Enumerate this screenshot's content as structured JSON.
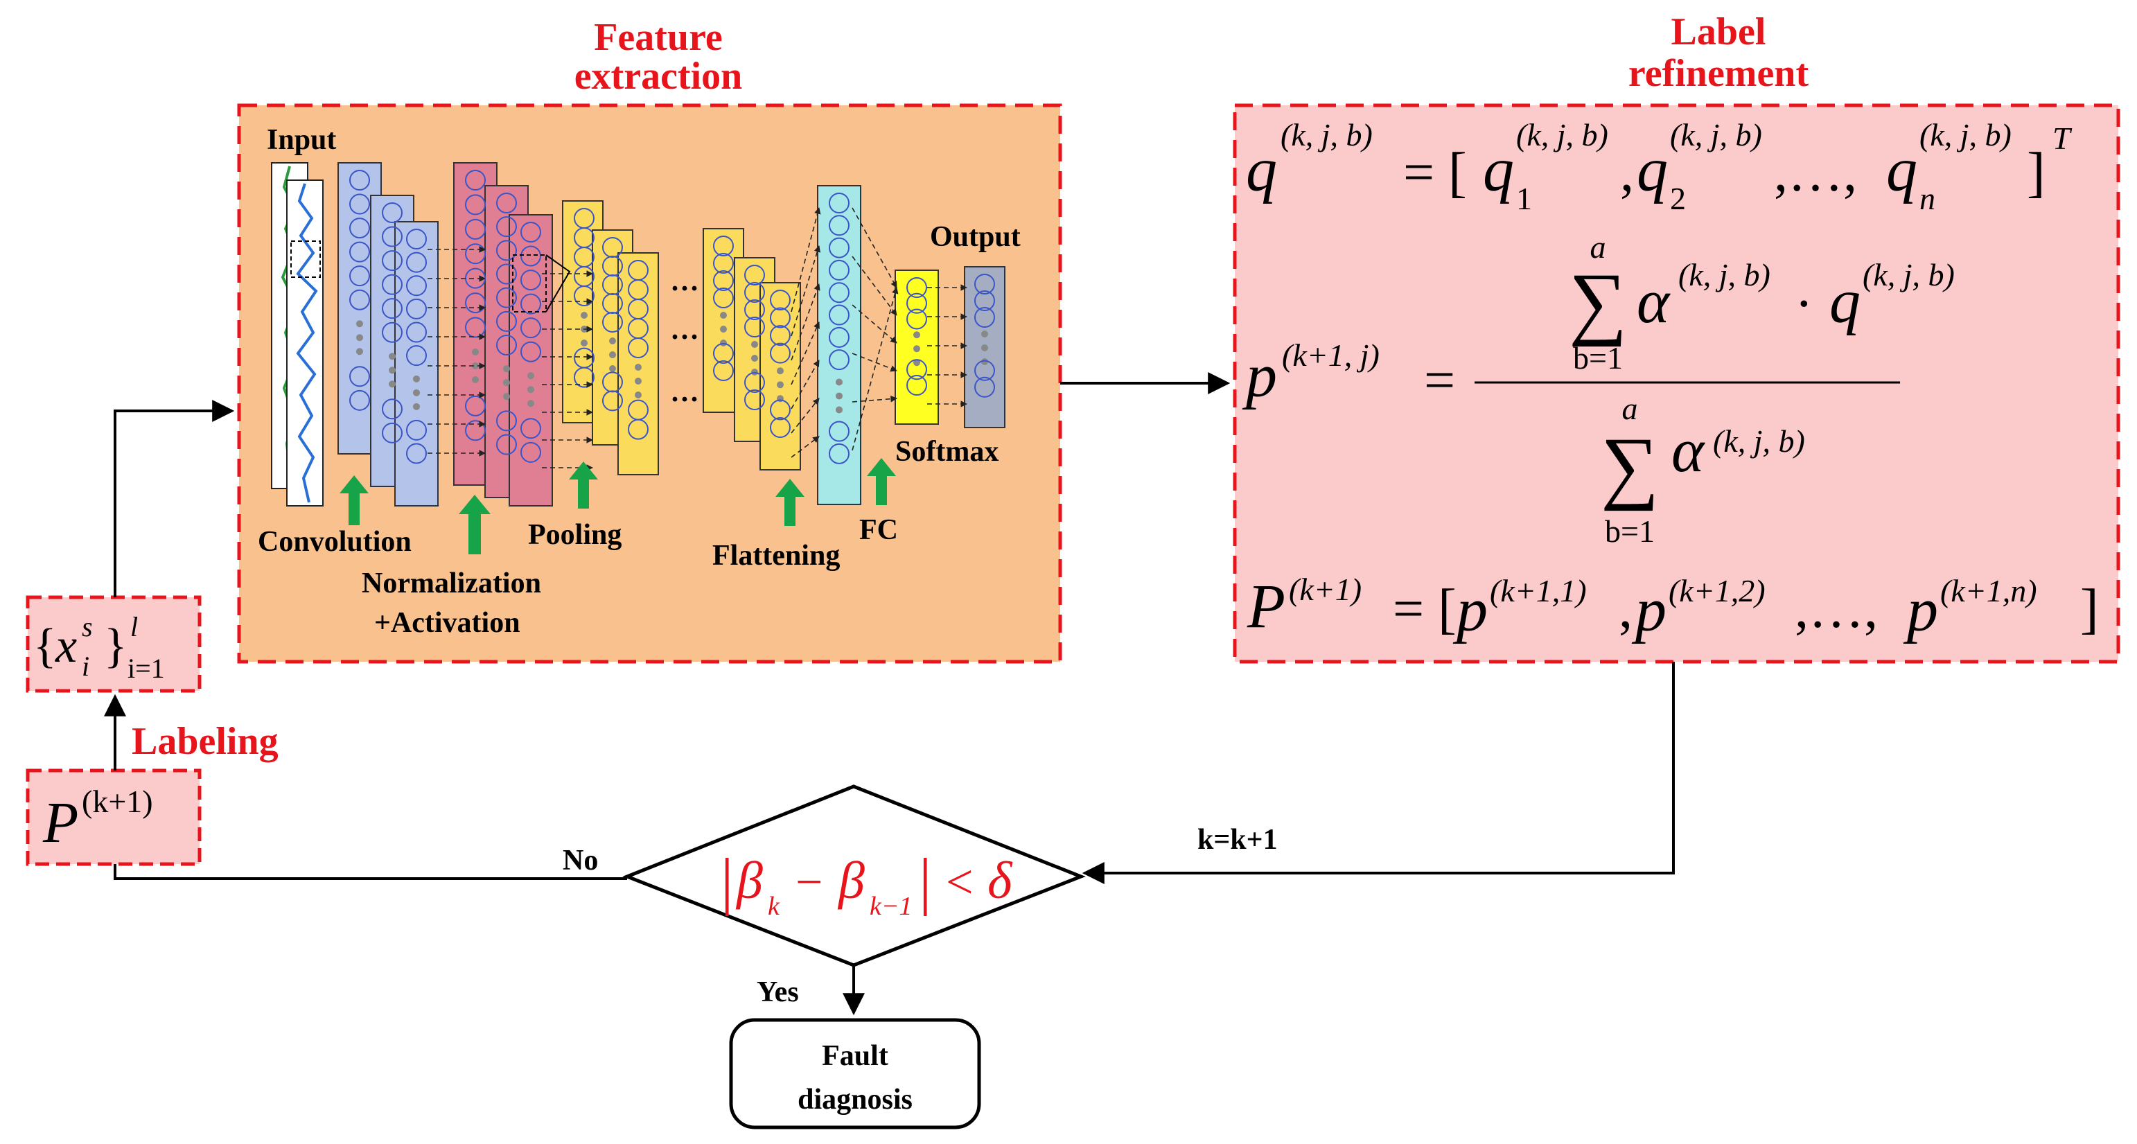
{
  "colors": {
    "accent_red": "#e8141c",
    "feature_box_fill": "#f9c18e",
    "refine_box_fill": "#fbcaca",
    "input_box_fill": "#fbcaca",
    "conv_fill": "#b4c3ea",
    "norm_fill": "#e07e93",
    "pool_fill": "#fbdb5c",
    "fc_fill": "#a6e7e7",
    "softmax_fill": "#ffff22",
    "output_fill": "#a5adc3",
    "arrow_green": "#17a449"
  },
  "titles": {
    "feature_line1": "Feature",
    "feature_line2": "extraction",
    "refine_line1": "Label",
    "refine_line2": "refinement",
    "labeling": "Labeling"
  },
  "cnn_labels": {
    "input": "Input",
    "output": "Output",
    "softmax": "Softmax",
    "convolution": "Convolution",
    "normalization_1": "Normalization",
    "normalization_2": "+Activation",
    "pooling": "Pooling",
    "flattening": "Flattening",
    "fc": "FC",
    "ellipsis": "···"
  },
  "equations": {
    "q_lhs": "q",
    "q_lhs_sup": "(k, j, b)",
    "q_rhs_open": "= [",
    "q_rhs_q": "q",
    "q_sub1": "1",
    "q_sub2": "2",
    "q_subn": "n",
    "q_sup": "(k, j, b)",
    "comma": ",",
    "dots": ",…,",
    "q_close": "]",
    "q_T": "T",
    "p_lhs": "p",
    "p_lhs_sup": "(k+1, j)",
    "equals": "=",
    "sum_sign": "∑",
    "sum_top": "a",
    "sum_bottom": "b=1",
    "alpha": "α",
    "alpha_sup": "(k, j, b)",
    "dot": "·",
    "num_q": "q",
    "num_q_sup": "(k, j, b)",
    "P_lhs": "P",
    "P_lhs_sup": "(k+1)",
    "P_open": "= [",
    "P_p": "p",
    "P_sup1": "(k+1,1)",
    "P_sup2": "(k+1,2)",
    "P_supn": "(k+1,n)",
    "P_close": "]"
  },
  "left_boxes": {
    "set_open": "{",
    "set_x": "x",
    "set_sup": "s",
    "set_sub": "i",
    "set_close": "}",
    "set_upper": "l",
    "set_lower": "i=1",
    "P_text": "P",
    "P_sup": "(k+1)"
  },
  "decision": {
    "condition": "|βk − βk−1| < δ",
    "bar": "|",
    "beta": "β",
    "sub_k": "k",
    "minus": "−",
    "sub_k1": "k−1",
    "lt": "<",
    "delta": "δ",
    "no": "No",
    "yes": "Yes",
    "iter": "k=k+1"
  },
  "result": {
    "line1": "Fault",
    "line2": "diagnosis"
  }
}
